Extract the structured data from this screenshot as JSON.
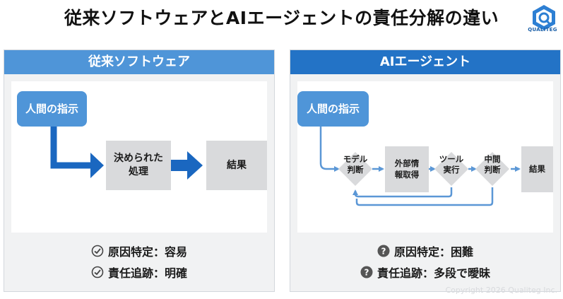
{
  "title": "従来ソフトウェアとAIエージェントの責任分解の違い",
  "logo": {
    "text": "QUALITEG",
    "icon": "q-logo-icon"
  },
  "left_panel": {
    "header": "従来ソフトウェア",
    "instruction": "人間の指示",
    "process": [
      "決められた",
      "処理"
    ],
    "result": "結果",
    "statuses": [
      {
        "icon": "check-circle-icon",
        "text": "原因特定：容易"
      },
      {
        "icon": "check-circle-icon",
        "text": "責任追跡：明確"
      }
    ]
  },
  "right_panel": {
    "header": "AIエージェント",
    "instruction": "人間の指示",
    "steps": [
      {
        "lines": [
          "モデル",
          "判断"
        ],
        "shape": "diamond"
      },
      {
        "lines": [
          "外部情",
          "報取得"
        ],
        "shape": "box"
      },
      {
        "lines": [
          "ツール",
          "実行"
        ],
        "shape": "diamond"
      },
      {
        "lines": [
          "中間",
          "判断"
        ],
        "shape": "diamond"
      },
      {
        "lines": [
          "結果"
        ],
        "shape": "box"
      }
    ],
    "statuses": [
      {
        "icon": "question-circle-icon",
        "text": "原因特定：困難"
      },
      {
        "icon": "question-circle-icon",
        "text": "責任追跡：多段で曖昧"
      }
    ]
  },
  "copyright": "Copyright 2026 Qualiteg Inc.",
  "colors": {
    "accent": "#2373c6",
    "accent_light": "#4f95d8",
    "node_gray": "#d9dadc",
    "panel_bg": "#f1f2f3"
  }
}
